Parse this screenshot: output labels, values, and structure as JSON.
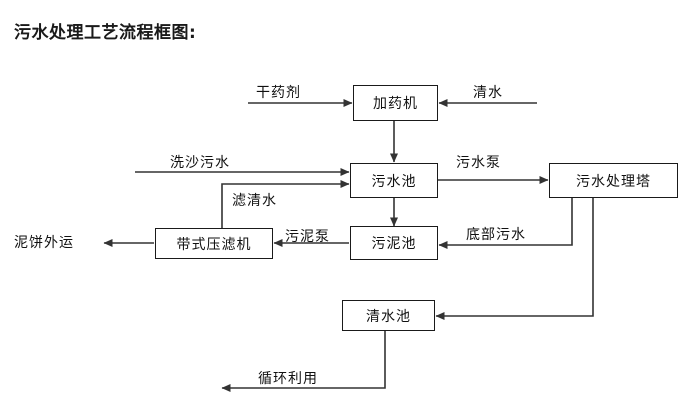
{
  "diagram": {
    "title": "污水处理工艺流程框图:",
    "nodes": [
      {
        "id": "dosing",
        "label": "加药机"
      },
      {
        "id": "wastewater_pool",
        "label": "污水池"
      },
      {
        "id": "treatment_tower",
        "label": "污水处理塔"
      },
      {
        "id": "sludge_pool",
        "label": "污泥池"
      },
      {
        "id": "belt_press",
        "label": "带式压滤机"
      },
      {
        "id": "clear_pool",
        "label": "清水池"
      }
    ],
    "edge_labels": [
      {
        "id": "dry_chemical",
        "label": "干药剂"
      },
      {
        "id": "clean_water_in",
        "label": "清水"
      },
      {
        "id": "sand_wash_wastewater",
        "label": "洗沙污水"
      },
      {
        "id": "filtered_water",
        "label": "滤清水"
      },
      {
        "id": "wastewater_pump",
        "label": "污水泵"
      },
      {
        "id": "sludge_pump",
        "label": "污泥泵"
      },
      {
        "id": "bottom_wastewater",
        "label": "底部污水"
      },
      {
        "id": "mud_cake_out",
        "label": "泥饼外运"
      },
      {
        "id": "recycle_reuse",
        "label": "循环利用"
      }
    ],
    "colors": {
      "line": "#333333",
      "text": "#111111",
      "background": "#ffffff"
    }
  }
}
